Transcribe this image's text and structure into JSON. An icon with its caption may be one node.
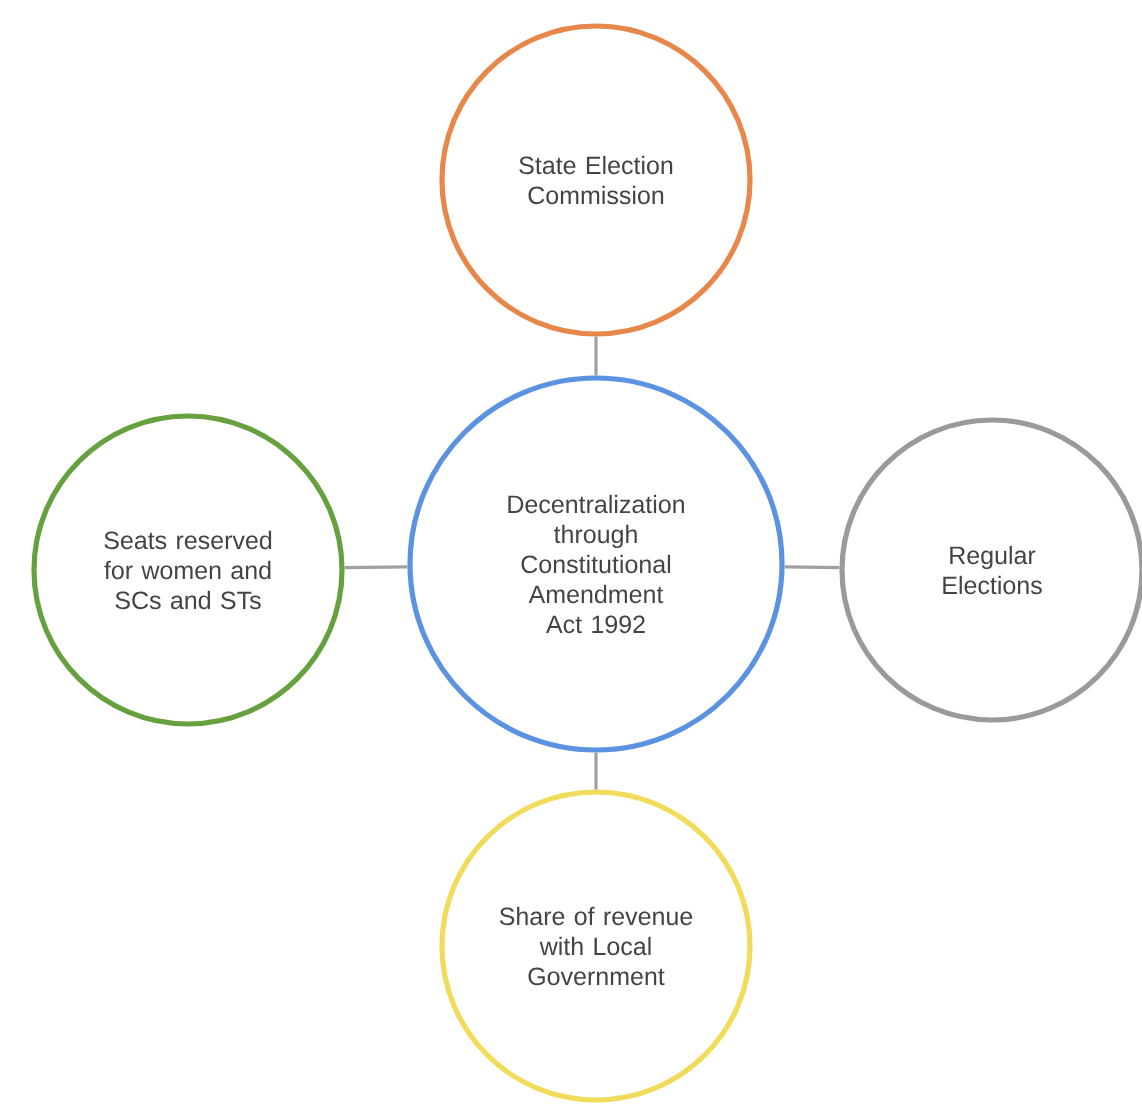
{
  "diagram": {
    "nodes": [
      {
        "text": [
          "State Election Commission"
        ]
      },
      {
        "text": [
          "Seats reserved for women and SCs and STs"
        ]
      },
      {
        "text": [
          "Decentralization through Constitutional Amendment Act 1992"
        ]
      },
      {
        "text": [
          "Regular Elections"
        ]
      },
      {
        "text": [
          "Share of revenue with Local Government"
        ]
      }
    ],
    "edges": [
      {
        "from": 2,
        "to": 0,
        "arrow": "none"
      },
      {
        "from": 2,
        "to": 1,
        "arrow": "none"
      },
      {
        "from": 2,
        "to": 3,
        "arrow": "none"
      },
      {
        "from": 2,
        "to": 4,
        "arrow": "none"
      }
    ]
  }
}
